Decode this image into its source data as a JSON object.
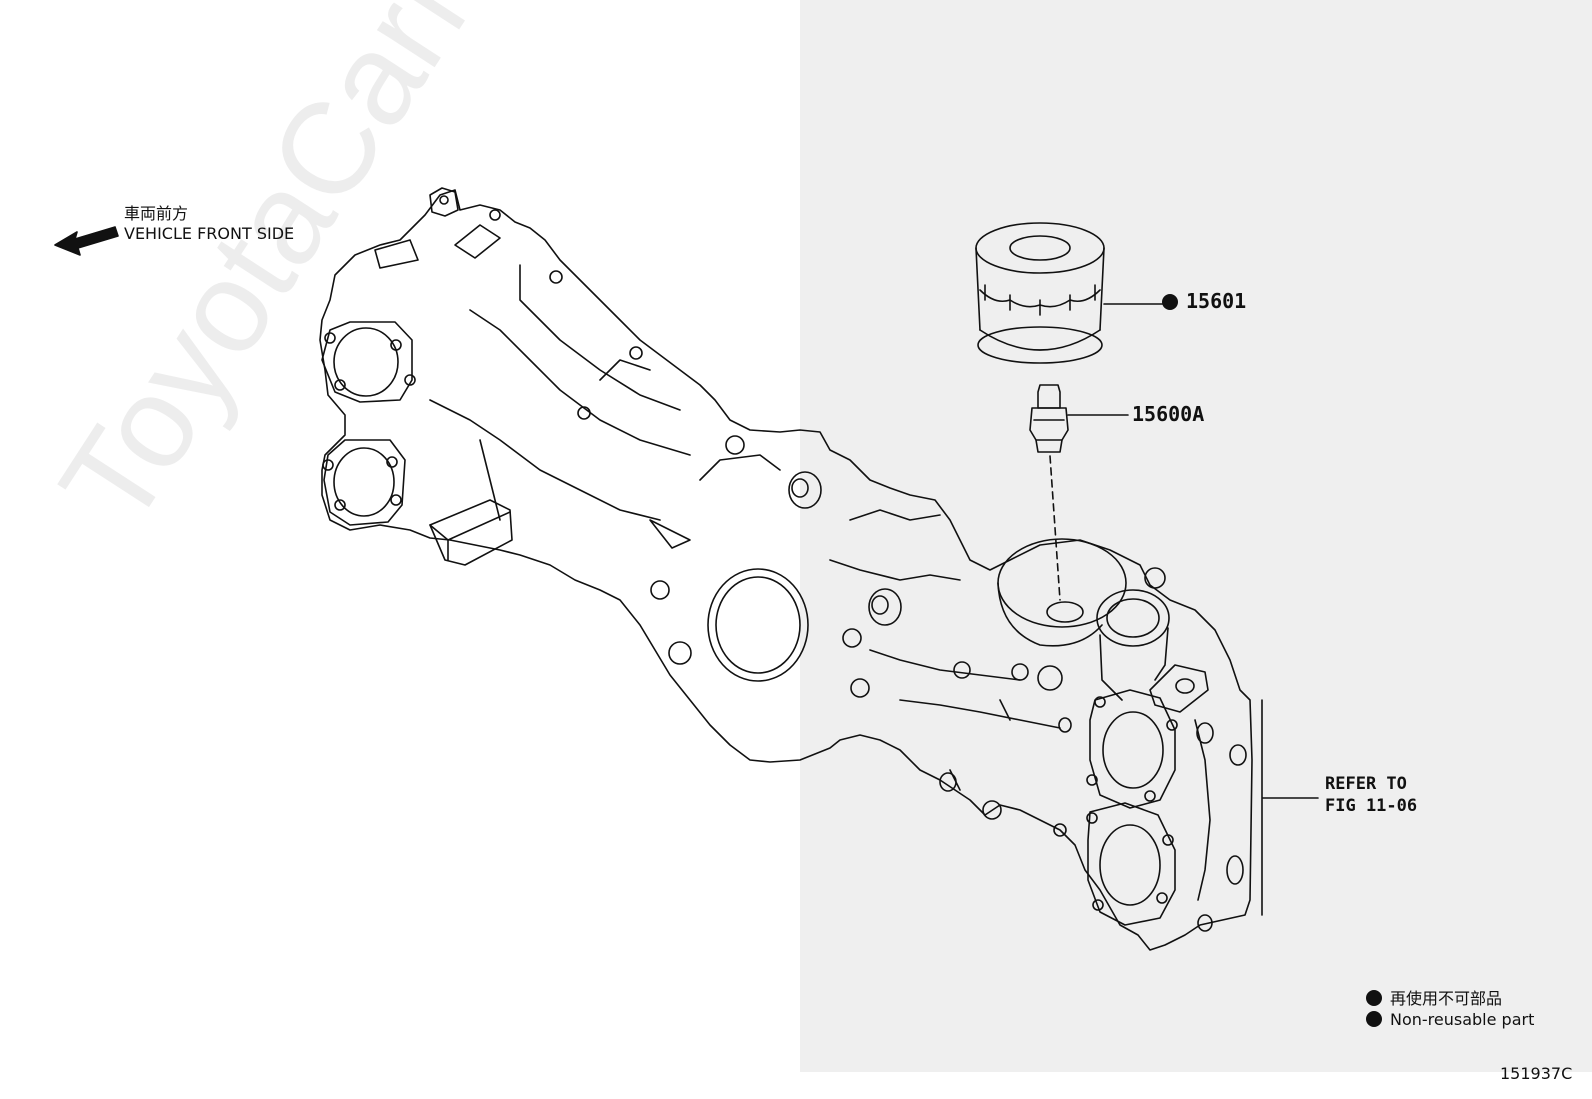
{
  "orientation": {
    "label_ja": "車両前方",
    "label_en": "VEHICLE FRONT SIDE"
  },
  "callouts": {
    "oil_filter": "15601",
    "union_bolt": "15600A",
    "refer_line1": "REFER TO",
    "refer_line2": "FIG 11-06"
  },
  "legend": {
    "non_reusable_ja": "再使用不可部品",
    "non_reusable_en": "Non-reusable part"
  },
  "figure_id": "151937C",
  "watermark": "ToyotaCarMine.ru",
  "colors": {
    "line": "#111111",
    "panel": "#efefef",
    "background": "#ffffff"
  }
}
